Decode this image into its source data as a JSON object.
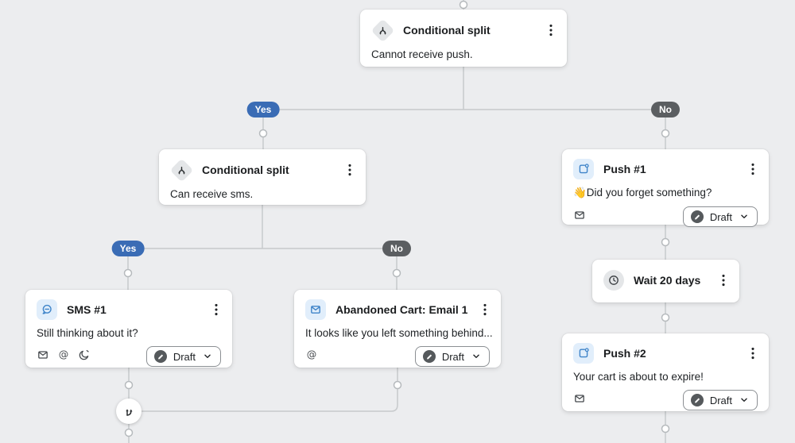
{
  "branches": {
    "yes": "Yes",
    "no": "No"
  },
  "flow": {
    "split_top": {
      "title": "Conditional split",
      "body": "Cannot receive push."
    },
    "split_sms": {
      "title": "Conditional split",
      "body": "Can receive sms."
    },
    "sms1": {
      "title": "SMS #1",
      "body": "Still thinking about it?",
      "status": "Draft"
    },
    "email1": {
      "title": "Abandoned Cart: Email 1",
      "body": "It looks like you left something behind...",
      "status": "Draft"
    },
    "push1": {
      "title": "Push #1",
      "body": "👋Did you forget something?",
      "status": "Draft"
    },
    "wait1": {
      "title": "Wait 20 days"
    },
    "push2": {
      "title": "Push #2",
      "body": "Your cart is about to expire!",
      "status": "Draft"
    }
  },
  "icons": {
    "conditional_split": "branch-split-arrows",
    "sms": "chat-bubble",
    "email": "envelope",
    "push": "phone-notification",
    "wait": "clock",
    "more_options": "vertical-kebab-dots",
    "status_pencil": "pencil",
    "dropdown": "chevron-down",
    "smart_sending": "envelope",
    "utm_at": "@",
    "quiet_hours": "crescent-moon",
    "merge": "merge-up-arrows"
  },
  "colors": {
    "canvas": "#ecedef",
    "card": "#ffffff",
    "connector": "#c7cacc",
    "yes_pill": "#3a6cb5",
    "no_pill": "#5b5e61",
    "icon_blue": "#3f84c9",
    "icon_blue_bg": "#e1eefb",
    "icon_gray_bg": "#e4e6e8",
    "text": "#1b1d1f"
  }
}
